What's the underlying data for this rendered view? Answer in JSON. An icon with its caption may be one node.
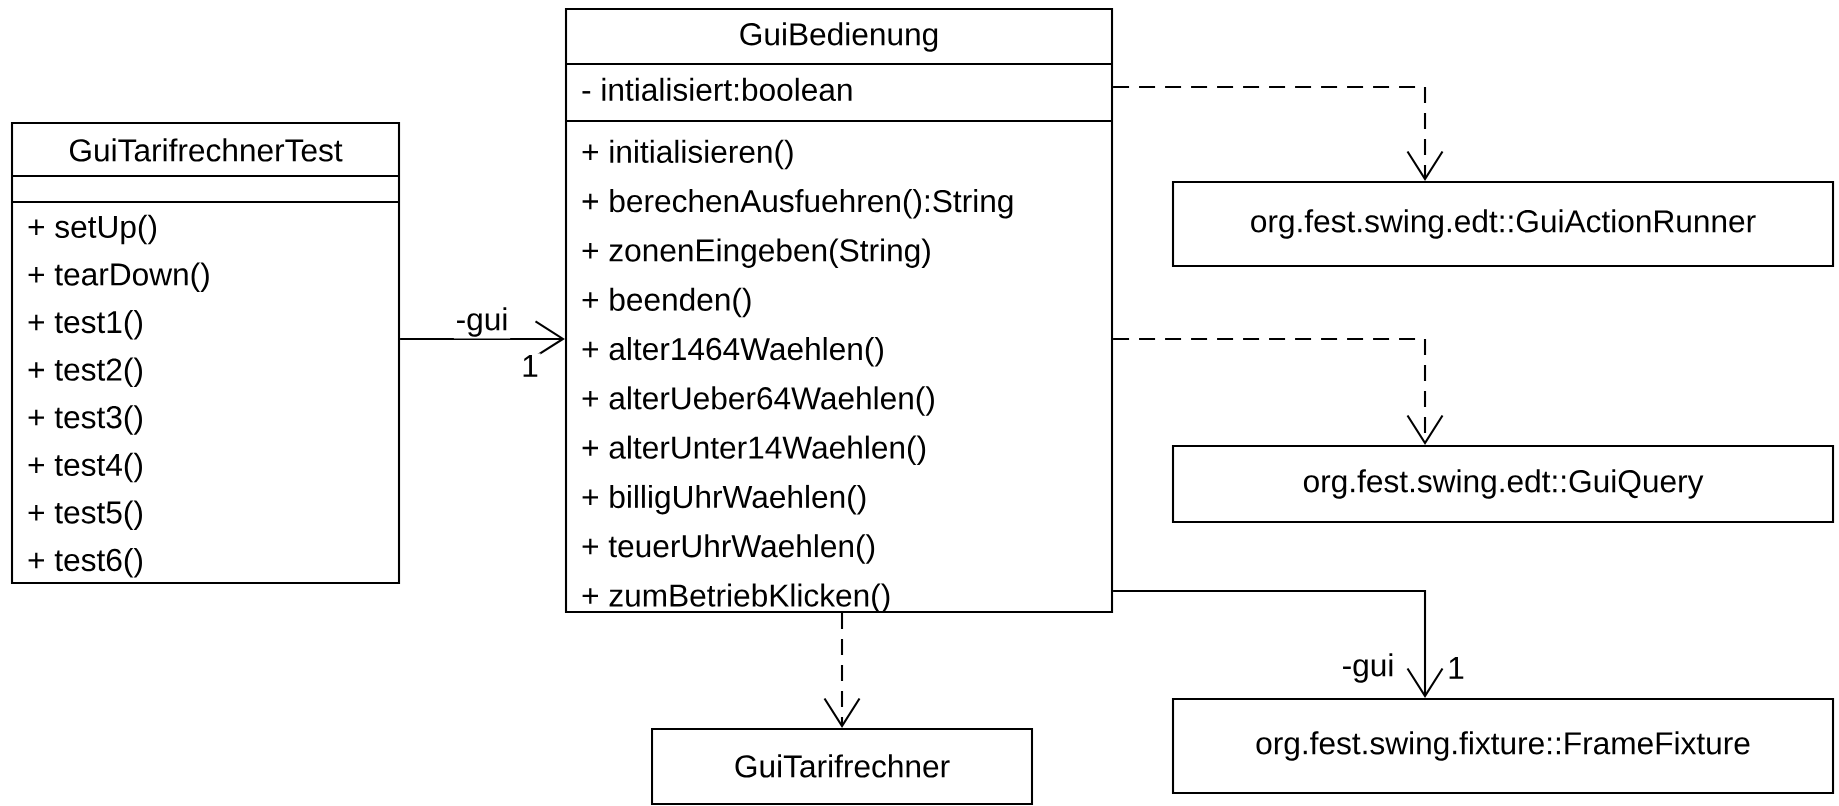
{
  "diagram": {
    "nodes": [
      {
        "text": [
          "GuiTarifrechnerTest",
          "+ setUp()",
          "+ tearDown()",
          "+ test1()",
          "+ test2()",
          "+ test3()",
          "+ test4()",
          "+ test5()",
          "+ test6()"
        ]
      },
      {
        "text": [
          "GuiBedienung",
          "- intialisiert:boolean",
          "+ initialisieren()",
          "+ berechenAusfuehren():String",
          "+ zonenEingeben(String)",
          "+ beenden()",
          "+ alter1464Waehlen()",
          "+ alterUeber64Waehlen()",
          "+ alterUnter14Waehlen()",
          "+ billigUhrWaehlen()",
          "+ teuerUhrWaehlen()",
          "+ zumBetriebKlicken()"
        ]
      },
      {
        "text": [
          "org.fest.swing.edt::GuiActionRunner"
        ]
      },
      {
        "text": [
          "org.fest.swing.edt::GuiQuery"
        ]
      },
      {
        "text": [
          "org.fest.swing.fixture::FrameFixture"
        ]
      },
      {
        "text": [
          "GuiTarifrechner"
        ]
      }
    ],
    "edges": [
      {
        "from": 0,
        "to": 1,
        "arrow": "to",
        "label": "-gui"
      },
      {
        "from": 1,
        "to": 2,
        "arrow": "to",
        "style": "dashed"
      },
      {
        "from": 1,
        "to": 3,
        "arrow": "to",
        "style": "dashed"
      },
      {
        "from": 1,
        "to": 4,
        "arrow": "to",
        "label": "-gui"
      },
      {
        "from": 1,
        "to": 5,
        "arrow": "to",
        "style": "dashed"
      }
    ],
    "labels": [
      "1",
      "1"
    ]
  }
}
